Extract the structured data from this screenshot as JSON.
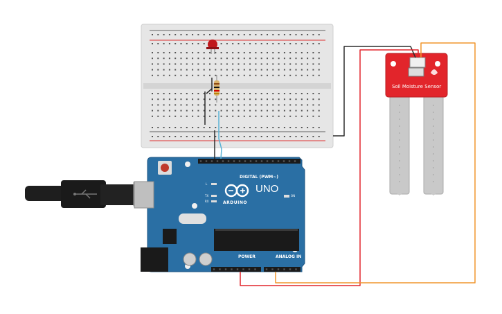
{
  "sensor": {
    "label": "Soil Moisture Sensor"
  },
  "arduino": {
    "model_label": "UNO",
    "brand_label": "ARDUINO",
    "digital_header_label": "DIGITAL (PWM~)",
    "power_header_label": "POWER",
    "analog_header_label": "ANALOG IN",
    "on_label": "ON",
    "tx_label": "TX",
    "rx_label": "RX",
    "l_label": "L"
  },
  "colors": {
    "board_blue": "#2a6fa4",
    "sensor_red": "#e2252b",
    "wire_red": "#e2252b",
    "wire_orange": "#f0962d",
    "wire_black": "#2b2b2b",
    "wire_blue": "#5ab3d6"
  }
}
